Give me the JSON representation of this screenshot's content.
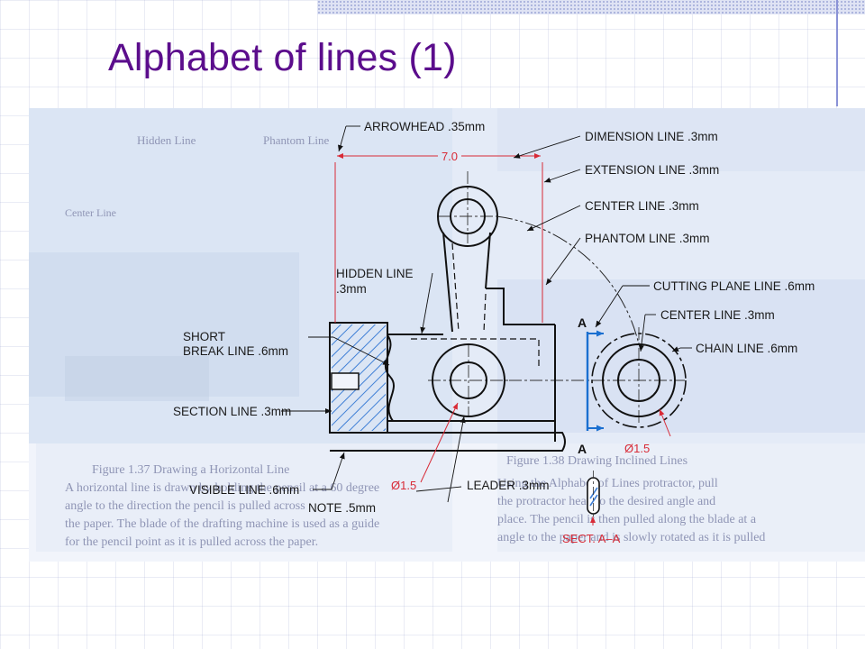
{
  "slide": {
    "title": "Alphabet of lines (1)"
  },
  "figure": {
    "dimension_value": "7.0",
    "labels": {
      "arrowhead": "ARROWHEAD .35mm",
      "dimension_line": "DIMENSION LINE .3mm",
      "extension_line": "EXTENSION LINE .3mm",
      "center_line_top": "CENTER LINE .3mm",
      "phantom_line": "PHANTOM LINE .3mm",
      "hidden_line_1": "HIDDEN LINE",
      "hidden_line_2": ".3mm",
      "cutting_plane_line": "CUTTING PLANE LINE .6mm",
      "center_line_right": "CENTER LINE .3mm",
      "chain_line": "CHAIN LINE .6mm",
      "short_break_1": "SHORT",
      "short_break_2": "BREAK LINE .6mm",
      "section_line": "SECTION LINE .3mm",
      "visible_line": "VISIBLE LINE .6mm",
      "note": "NOTE .5mm",
      "leader": "LEADER .3mm",
      "diameter_bottom": "Ø1.5",
      "diameter_right": "Ø1.5",
      "section_a_top": "A",
      "section_a_bottom": "A",
      "sect_aa": "SECT. A–A"
    }
  },
  "colors": {
    "title": "#5b0d8c",
    "red_annotation": "#d82a36",
    "cutting_plane": "#1a6fd0",
    "hatch": "#3f7fd6"
  }
}
